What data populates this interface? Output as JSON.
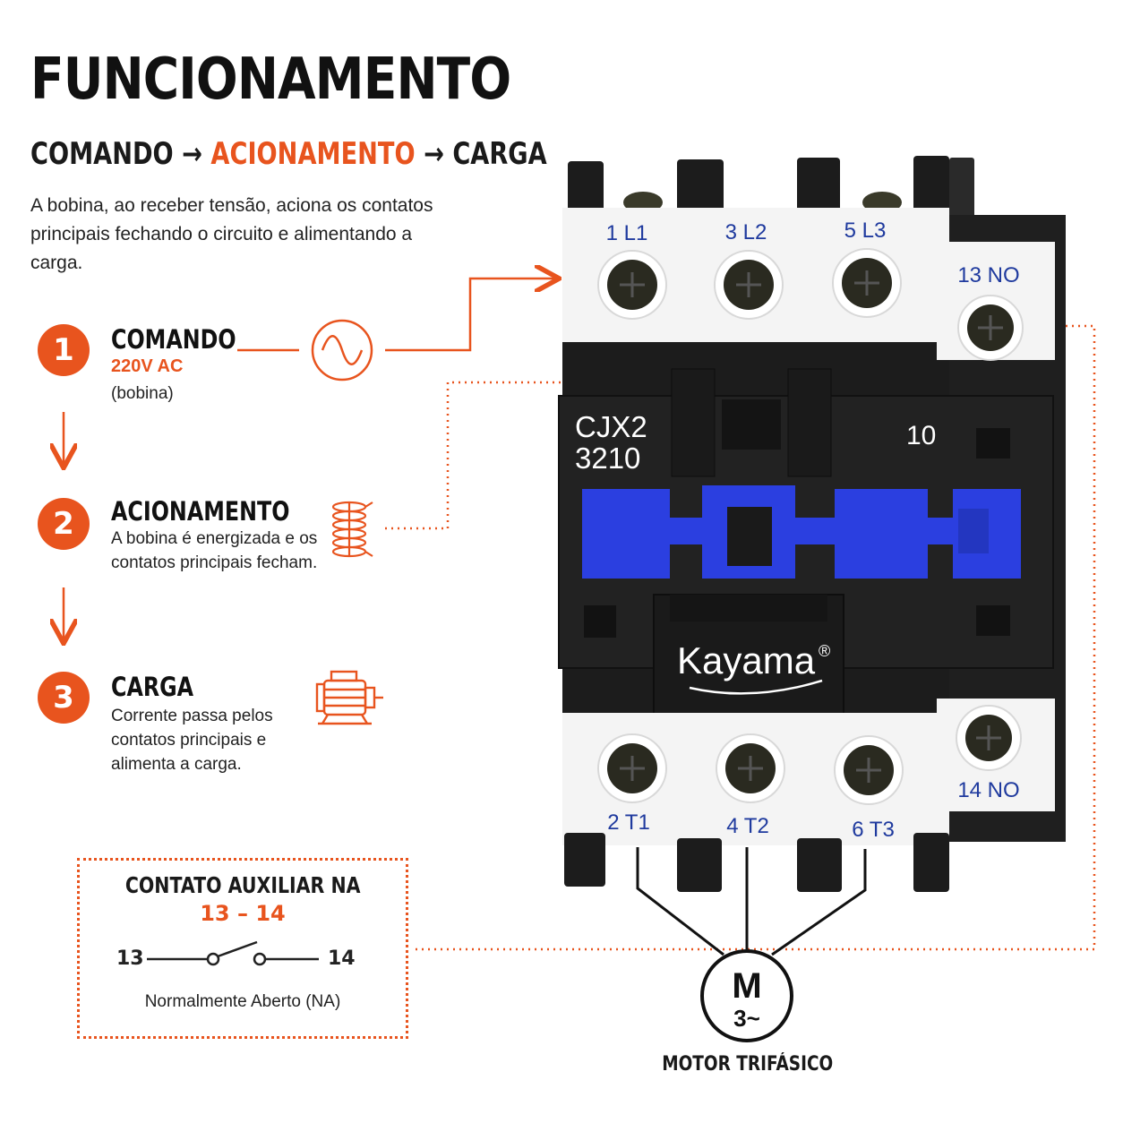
{
  "title": "FUNCIONAMENTO",
  "flow": {
    "step1": "COMANDO",
    "arrow": "→",
    "step2": "ACIONAMENTO",
    "step3": "CARGA"
  },
  "intro": "A bobina, ao receber tensão, aciona os contatos principais fechando o circuito e alimentando a carga.",
  "steps": [
    {
      "number": "1",
      "title": "COMANDO",
      "subtitle": "220V AC",
      "text": "(bobina)",
      "icon": "ac-sine-icon"
    },
    {
      "number": "2",
      "title": "ACIONAMENTO",
      "text": "A bobina é energizada e os contatos principais fecham.",
      "icon": "coil-icon"
    },
    {
      "number": "3",
      "title": "CARGA",
      "text": "Corrente passa pelos contatos principais e alimenta a carga.",
      "icon": "motor-icon"
    }
  ],
  "auxiliary": {
    "title": "CONTATO AUXILIAR NA",
    "range": "13 – 14",
    "left_terminal": "13",
    "right_terminal": "14",
    "caption": "Normalmente Aberto (NA)"
  },
  "contactor": {
    "top_terminals": [
      "1 L1",
      "3 L2",
      "5 L3"
    ],
    "top_aux": "13 NO",
    "bottom_terminals": [
      "2 T1",
      "4 T2",
      "6 T3"
    ],
    "bottom_aux": "14 NO",
    "model_line1": "CJX2",
    "model_line2": "3210",
    "model_suffix": "10",
    "brand": "Kayama",
    "brand_mark": "®"
  },
  "motor": {
    "symbol_top": "M",
    "symbol_bottom": "3~",
    "label": "MOTOR TRIFÁSICO"
  },
  "colors": {
    "accent": "#e8541e",
    "terminal_label": "#1f3a9e",
    "slider_blue": "#2b3fe0",
    "body_black": "#1c1c1c"
  }
}
